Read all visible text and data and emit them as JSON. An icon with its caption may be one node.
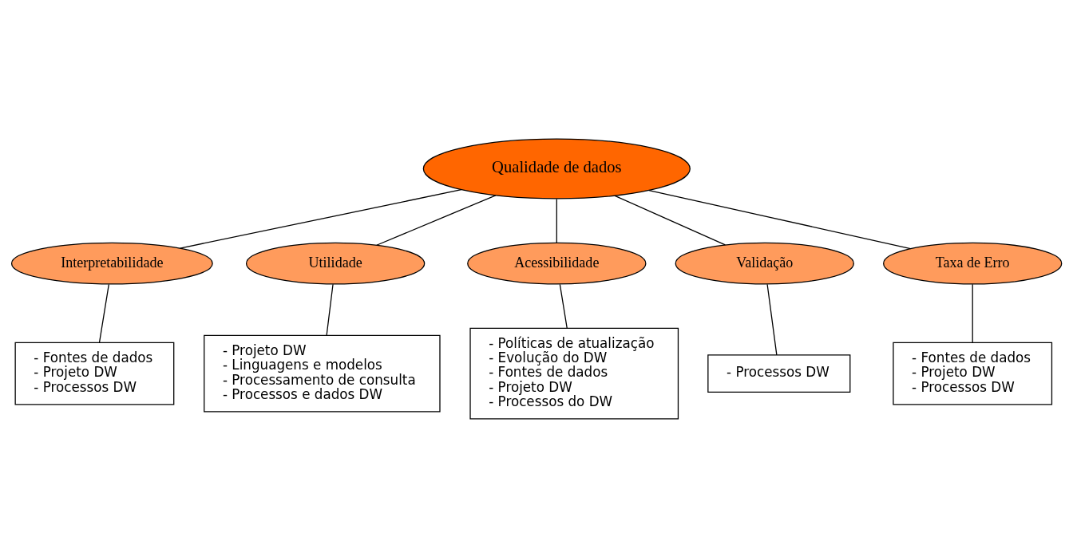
{
  "diagram": {
    "nodes": [
      {
        "text": [
          "Qualidade de dados"
        ]
      },
      {
        "text": [
          "Interpretabilidade"
        ]
      },
      {
        "text": [
          "Utilidade"
        ]
      },
      {
        "text": [
          "Acessibilidade"
        ]
      },
      {
        "text": [
          "Validação"
        ]
      },
      {
        "text": [
          "Taxa de Erro"
        ]
      },
      {
        "text": [
          "- Fontes de dados",
          "- Projeto DW",
          "- Processos DW"
        ]
      },
      {
        "text": [
          "- Projeto DW",
          "- Linguagens e modelos",
          "- Processamento de consulta",
          "- Processos e dados DW"
        ]
      },
      {
        "text": [
          "- Políticas de atualização",
          "- Evolução do DW",
          "- Fontes de dados",
          "- Projeto DW",
          "- Processos do DW"
        ]
      },
      {
        "text": [
          "- Processos DW"
        ]
      },
      {
        "text": [
          "- Fontes de dados",
          "- Projeto DW",
          "- Processos DW"
        ]
      }
    ],
    "edges": [
      {
        "from": 0,
        "to": 1,
        "arrow": "none"
      },
      {
        "from": 0,
        "to": 2,
        "arrow": "none"
      },
      {
        "from": 0,
        "to": 3,
        "arrow": "none"
      },
      {
        "from": 0,
        "to": 5,
        "arrow": "none"
      },
      {
        "from": 0,
        "to": 4,
        "arrow": "none"
      },
      {
        "from": 1,
        "to": 6,
        "arrow": "none"
      },
      {
        "from": 2,
        "to": 7,
        "arrow": "none"
      },
      {
        "from": 3,
        "to": 8,
        "arrow": "none"
      },
      {
        "from": 4,
        "to": 9,
        "arrow": "none"
      },
      {
        "from": 5,
        "to": 10,
        "arrow": "none"
      }
    ]
  }
}
